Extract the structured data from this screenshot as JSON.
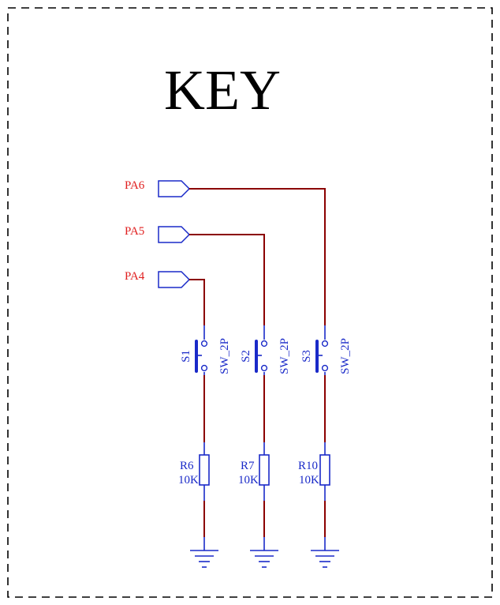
{
  "title": "KEY",
  "ports": [
    {
      "net": "PA6"
    },
    {
      "net": "PA5"
    },
    {
      "net": "PA4"
    }
  ],
  "switches": [
    {
      "ref": "S1",
      "value": "SW_2P"
    },
    {
      "ref": "S2",
      "value": "SW_2P"
    },
    {
      "ref": "S3",
      "value": "SW_2P"
    }
  ],
  "resistors": [
    {
      "ref": "R6",
      "value": "10K"
    },
    {
      "ref": "R7",
      "value": "10K"
    },
    {
      "ref": "R10",
      "value": "10K"
    }
  ],
  "colors": {
    "wire": "#8b0000",
    "component": "#1a2ac8",
    "net_label": "#e02020",
    "frame": "#000000"
  }
}
